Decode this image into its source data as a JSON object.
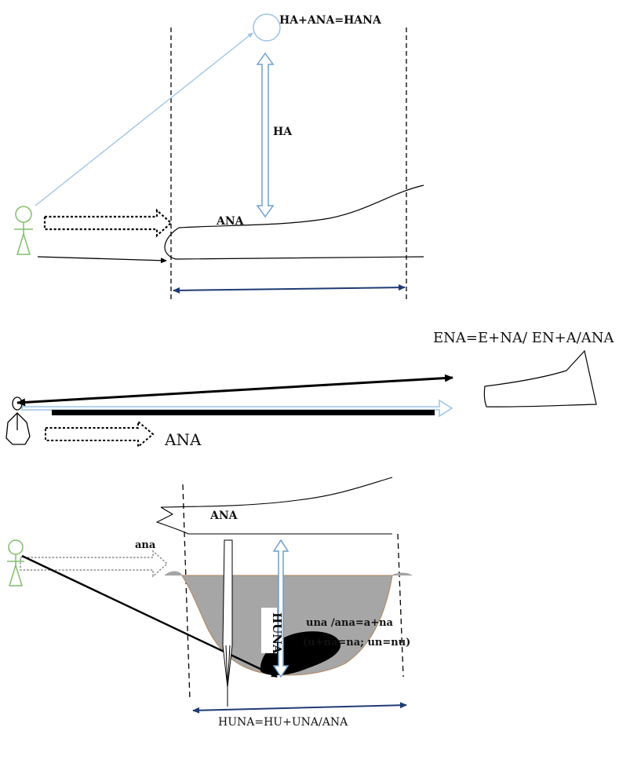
{
  "panel_top": {
    "label_equation": "HA+ANA=HANA",
    "label_height": "HA",
    "label_surface": "ANA"
  },
  "panel_middle": {
    "label_equation": "ENA=E+NA/ EN+A/ANA",
    "label_arrow": "ANA"
  },
  "panel_bottom": {
    "label_surface": "ANA",
    "label_arrow": "ana",
    "label_vertical": "HUNA",
    "label_rule_1": "una /ana=a+na",
    "label_rule_2": "(u+na=na; un=nu)",
    "label_equation": "HUNA=HU+UNA/ANA"
  },
  "colors": {
    "figure_green": "#7fbf6a",
    "light_blue": "#9cc3e6",
    "arrow_blue": "#6d9fd0",
    "navy": "#1f3b73",
    "water_grey": "#a6a6a6",
    "black": "#000000"
  }
}
